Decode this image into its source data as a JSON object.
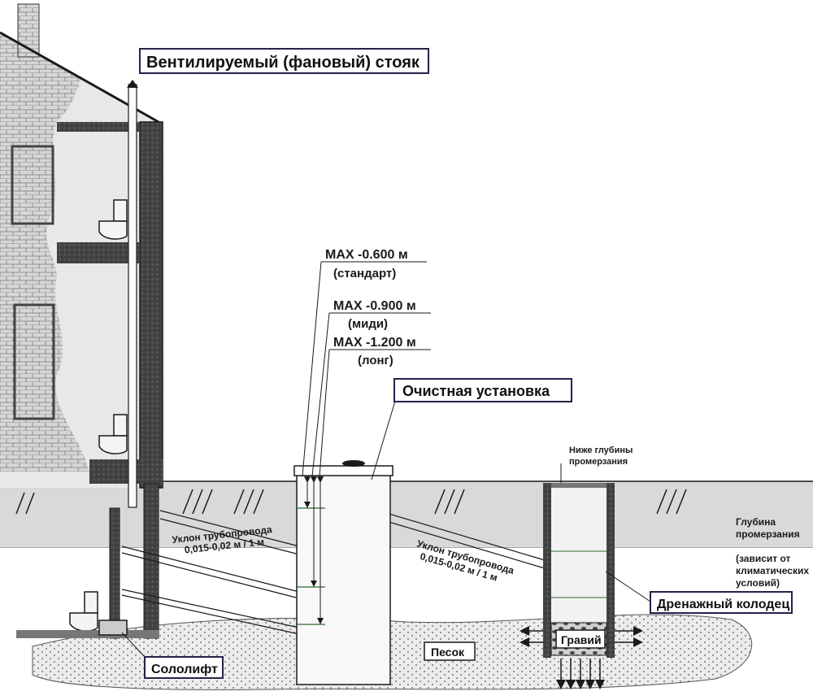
{
  "labels": {
    "vent_stack": "Вентилируемый (фановый) стояк",
    "max_standard": "MAX -0.600 м",
    "standard": "(стандарт)",
    "max_midi": "MAX -0.900 м",
    "midi": "(миди)",
    "max_long": "MAX -1.200 м",
    "long": "(лонг)",
    "treatment_unit": "Очистная установка",
    "below_frost_line_1": "Ниже глубины",
    "below_frost_line_2": "промерзания",
    "frost_depth_1": "Глубина",
    "frost_depth_2": "промерзания",
    "frost_depth_3": "(зависит от",
    "frost_depth_4": "климатических",
    "frost_depth_5": "условий)",
    "slope_left_1": "Уклон трубопровода",
    "slope_left_2": "0,015-0,02 м / 1 м",
    "slope_right_1": "Уклон трубопровода",
    "slope_right_2": "0,015-0,02 м / 1 м",
    "drain_well": "Дренажный колодец",
    "gravel": "Гравий",
    "sand": "Песок",
    "sololift": "Сололифт"
  },
  "colors": {
    "ink": "#1a1a1a",
    "soil": "#dcdcdc",
    "wall": "#4a4a4a",
    "house": "#e6e6e6",
    "callout": "#2b1f4a",
    "paper": "#ffffff"
  }
}
